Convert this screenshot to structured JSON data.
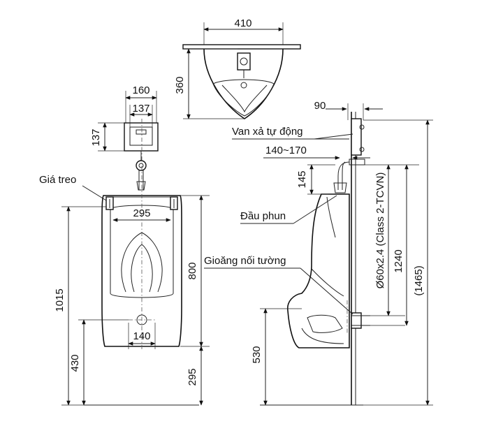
{
  "dimensions": {
    "top_width": "410",
    "top_depth": "360",
    "valve_outer_width": "160",
    "valve_inner_width": "137",
    "valve_height": "137",
    "front_inner_width": "295",
    "front_total_height": "1015",
    "front_body_height": "800",
    "outlet_width": "140",
    "outlet_height": "430",
    "floor_to_lip": "295",
    "side_wall_offset": "90",
    "side_valve_range": "140~170",
    "side_valve_drop": "145",
    "pipe_spec": "Ø60x2.4 (Class 2-TCVN)",
    "side_pipe_height": "1240",
    "side_total_height": "(1465)",
    "side_outlet_height": "530"
  },
  "labels": {
    "hanger": "Giá treo",
    "auto_valve": "Van xả tự động",
    "spray_head": "Đầu phun",
    "wall_gasket": "Gioăng nối tường"
  }
}
